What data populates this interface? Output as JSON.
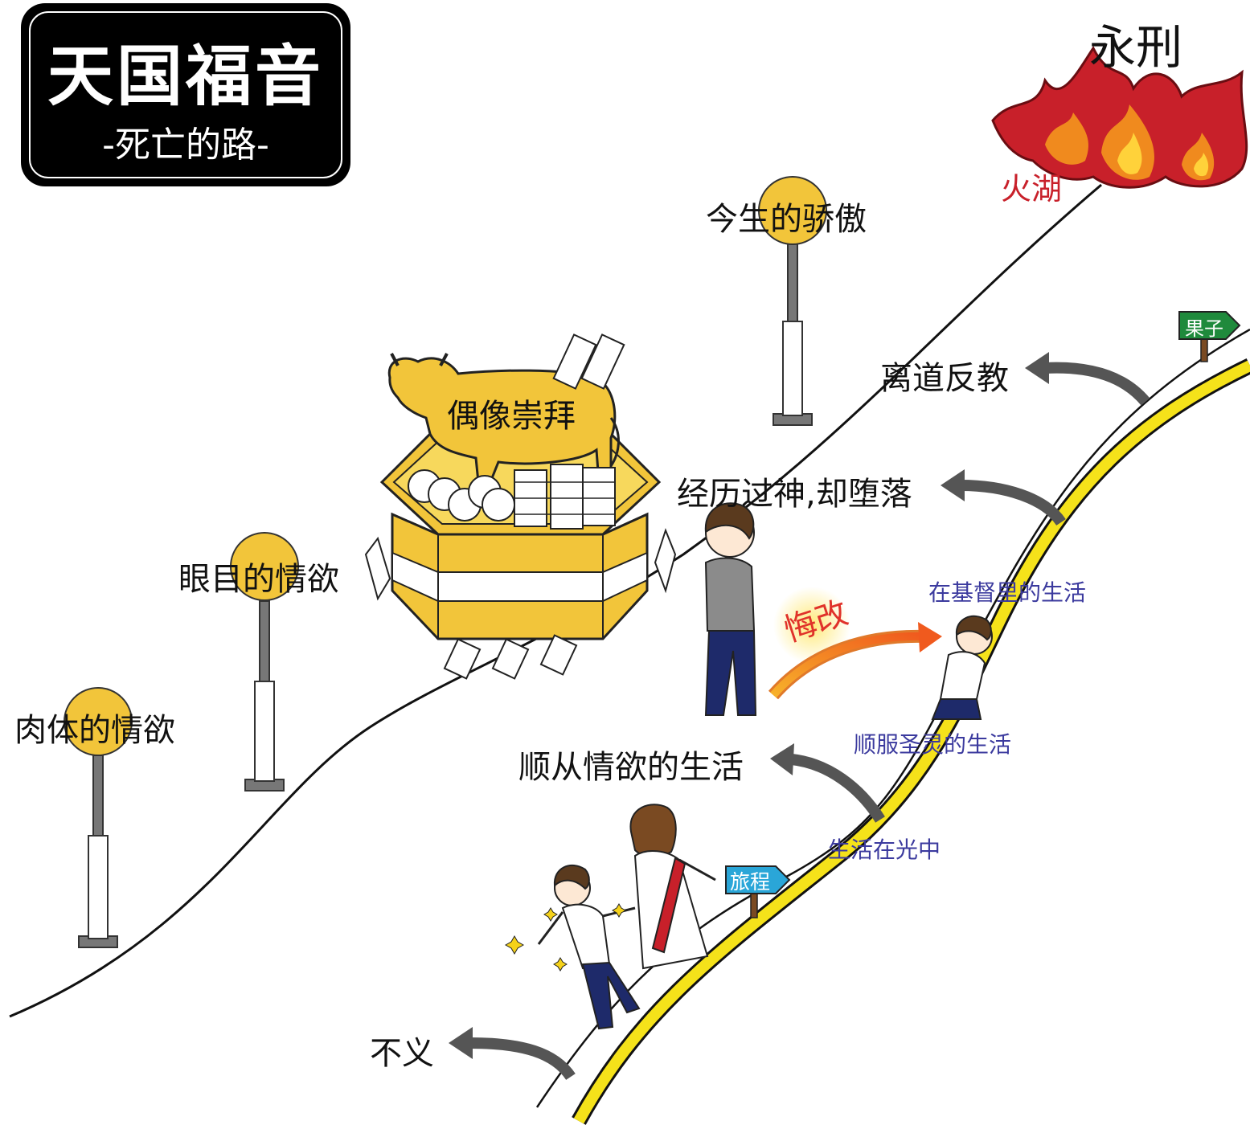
{
  "title": {
    "main": "天国福音",
    "sub": "-死亡的路-"
  },
  "destination": {
    "label": "永刑",
    "fire_label": "火湖"
  },
  "lamps": [
    {
      "label": "肉体的情欲"
    },
    {
      "label": "眼目的情欲"
    },
    {
      "label": "今生的骄傲"
    }
  ],
  "idol": {
    "label": "偶像崇拜"
  },
  "departures": [
    {
      "label": "离道反教"
    },
    {
      "label": "经历过神,却堕落"
    },
    {
      "label": "顺从情欲的生活"
    },
    {
      "label": "不义"
    }
  ],
  "repentance": {
    "label": "悔改"
  },
  "narrow_path": [
    {
      "label": "在基督里的生活"
    },
    {
      "label": "顺服圣灵的生活"
    },
    {
      "label": "生活在光中"
    }
  ],
  "signs": [
    {
      "label": "旅程"
    },
    {
      "label": "果子"
    }
  ],
  "colors": {
    "lamp_yellow": "#f2c53a",
    "road_yellow": "#f5e21a",
    "fire_red": "#c8202a",
    "fire_orange": "#f08a1e",
    "sign_blue": "#2aa6d8",
    "sign_green": "#1f8a3c",
    "text_blue": "#3b3a9e",
    "title_bg": "#000000"
  }
}
